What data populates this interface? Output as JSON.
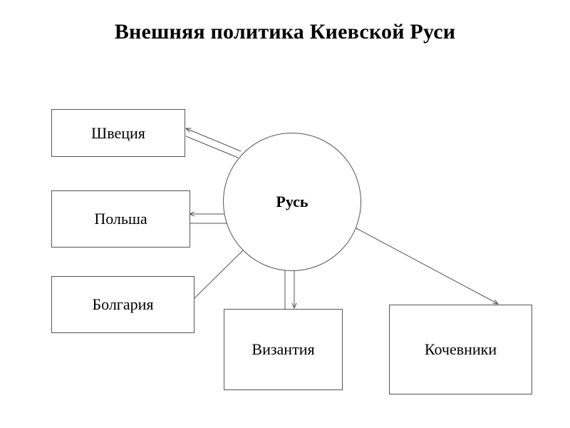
{
  "diagram": {
    "title": "Внешняя политика Киевской Руси",
    "center": {
      "label": "Русь"
    },
    "nodes": {
      "sweden": "Швеция",
      "poland": "Польша",
      "bulgaria": "Болгария",
      "byzantium": "Византия",
      "nomads": "Кочевники"
    },
    "edges": [
      {
        "from": "Русь",
        "to": "Швеция",
        "style": "double-arrow"
      },
      {
        "from": "Русь",
        "to": "Польша",
        "style": "double-arrow"
      },
      {
        "from": "Русь",
        "to": "Болгария",
        "style": "line"
      },
      {
        "from": "Русь",
        "to": "Византия",
        "style": "double-arrow"
      },
      {
        "from": "Русь",
        "to": "Кочевники",
        "style": "arrow"
      }
    ],
    "line_color": "#555555"
  }
}
